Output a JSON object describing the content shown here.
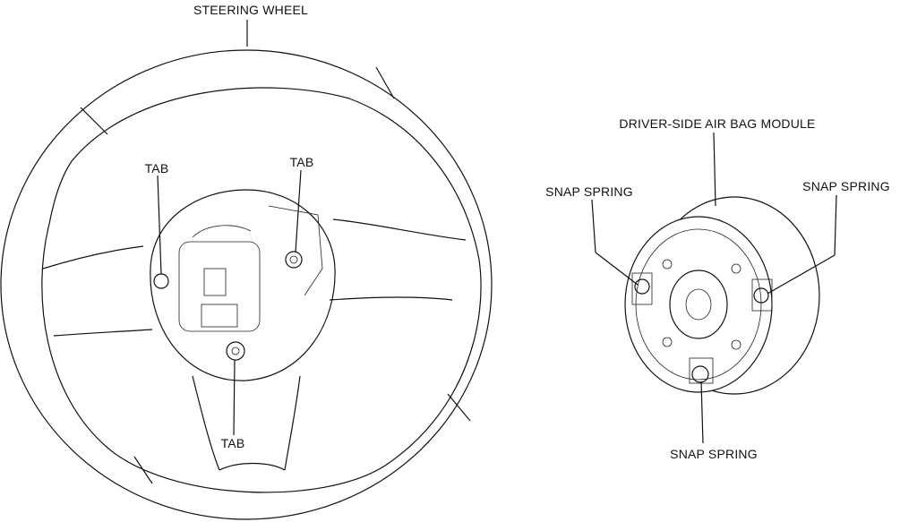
{
  "labels": {
    "steering_wheel": "STEERING WHEEL",
    "tab_left": "TAB",
    "tab_right": "TAB",
    "tab_bottom": "TAB",
    "airbag_module": "DRIVER-SIDE AIR BAG MODULE",
    "snap_spring_left": "SNAP SPRING",
    "snap_spring_right": "SNAP SPRING",
    "snap_spring_bottom": "SNAP SPRING"
  }
}
